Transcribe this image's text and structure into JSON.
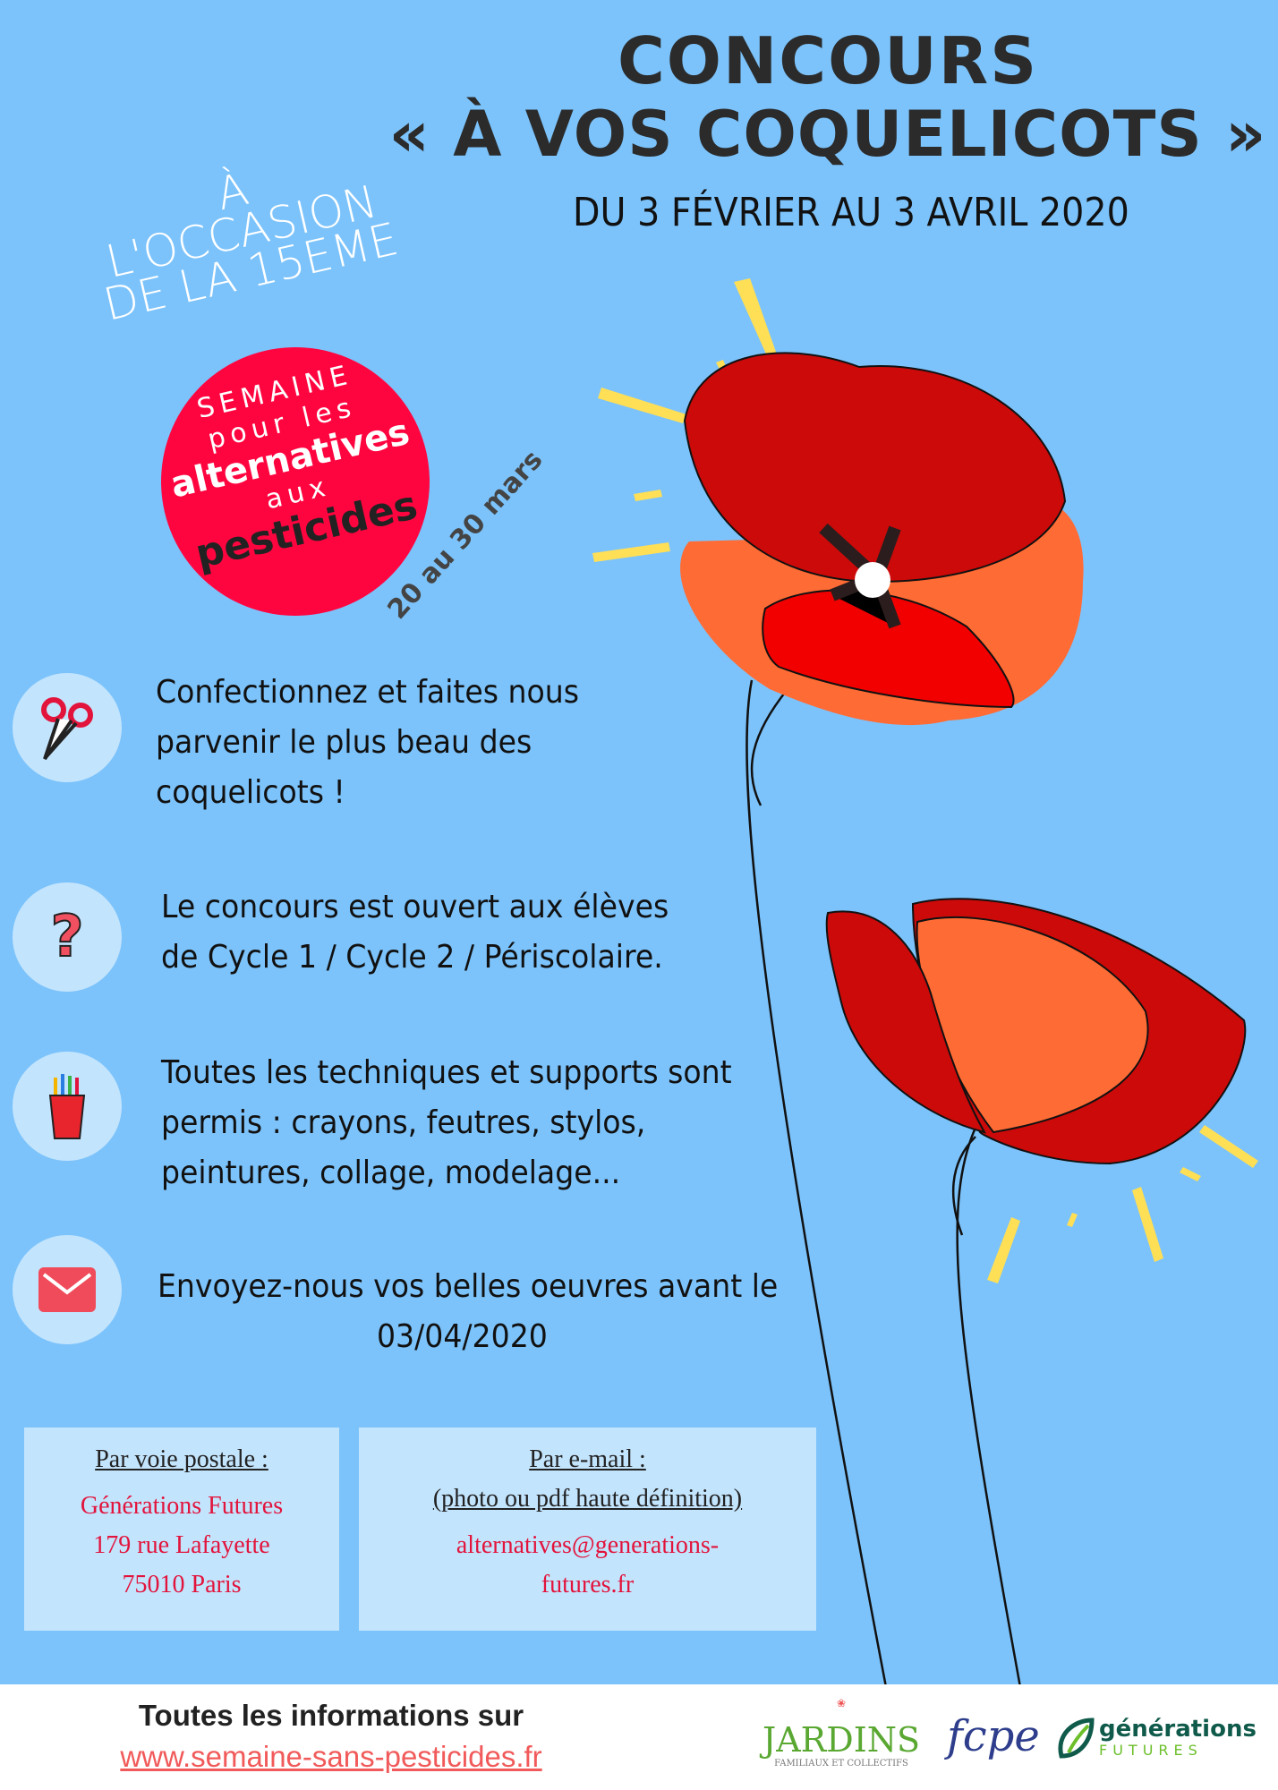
{
  "header": {
    "title_line1": "CONCOURS",
    "title_line2": "« À VOS COQUELICOTS »",
    "dates": "DU 3 FÉVRIER AU 3 AVRIL 2020"
  },
  "occasion": {
    "line1": "À",
    "line2": "L'OCCASION",
    "line3": "DE LA 15EME"
  },
  "badge": {
    "line1": "SEMAINE",
    "line2": "pour les",
    "line3": "alternatives",
    "line4": "aux",
    "line5": "pesticides",
    "dates": "20 au 30 mars"
  },
  "items": [
    {
      "icon": "scissors-icon",
      "lines": [
        "Confectionnez et faites nous",
        "parvenir le plus beau des",
        "coquelicots !"
      ]
    },
    {
      "icon": "question-icon",
      "lines": [
        "Le concours est ouvert aux élèves",
        "de Cycle 1 / Cycle 2 / Périscolaire."
      ]
    },
    {
      "icon": "pencil-cup-icon",
      "lines": [
        "Toutes les techniques et supports sont",
        "permis : crayons, feutres, stylos,",
        "peintures, collage, modelage..."
      ]
    },
    {
      "icon": "envelope-icon",
      "lines": [
        "Envoyez-nous vos belles oeuvres avant le",
        "03/04/2020"
      ]
    }
  ],
  "postal": {
    "heading": "Par voie postale :",
    "lines": [
      "Générations Futures",
      "179 rue Lafayette",
      "75010 Paris"
    ]
  },
  "email": {
    "heading": "Par e-mail :",
    "subheading": "(photo ou pdf haute définition)",
    "lines": [
      "alternatives@generations-",
      "futures.fr"
    ]
  },
  "footer": {
    "text": "Toutes les informations sur",
    "link": "www.semaine-sans-pesticides.fr",
    "logos": {
      "jardins": "JARDINS",
      "jardins_sub": "FAMILIAUX ET COLLECTIFS",
      "fcpe": "fcpe",
      "gf1": "générations",
      "gf2": "FUTURES"
    }
  },
  "colors": {
    "background": "#7cc3fb",
    "accent": "#e2143c",
    "badge": "#ff0540"
  }
}
